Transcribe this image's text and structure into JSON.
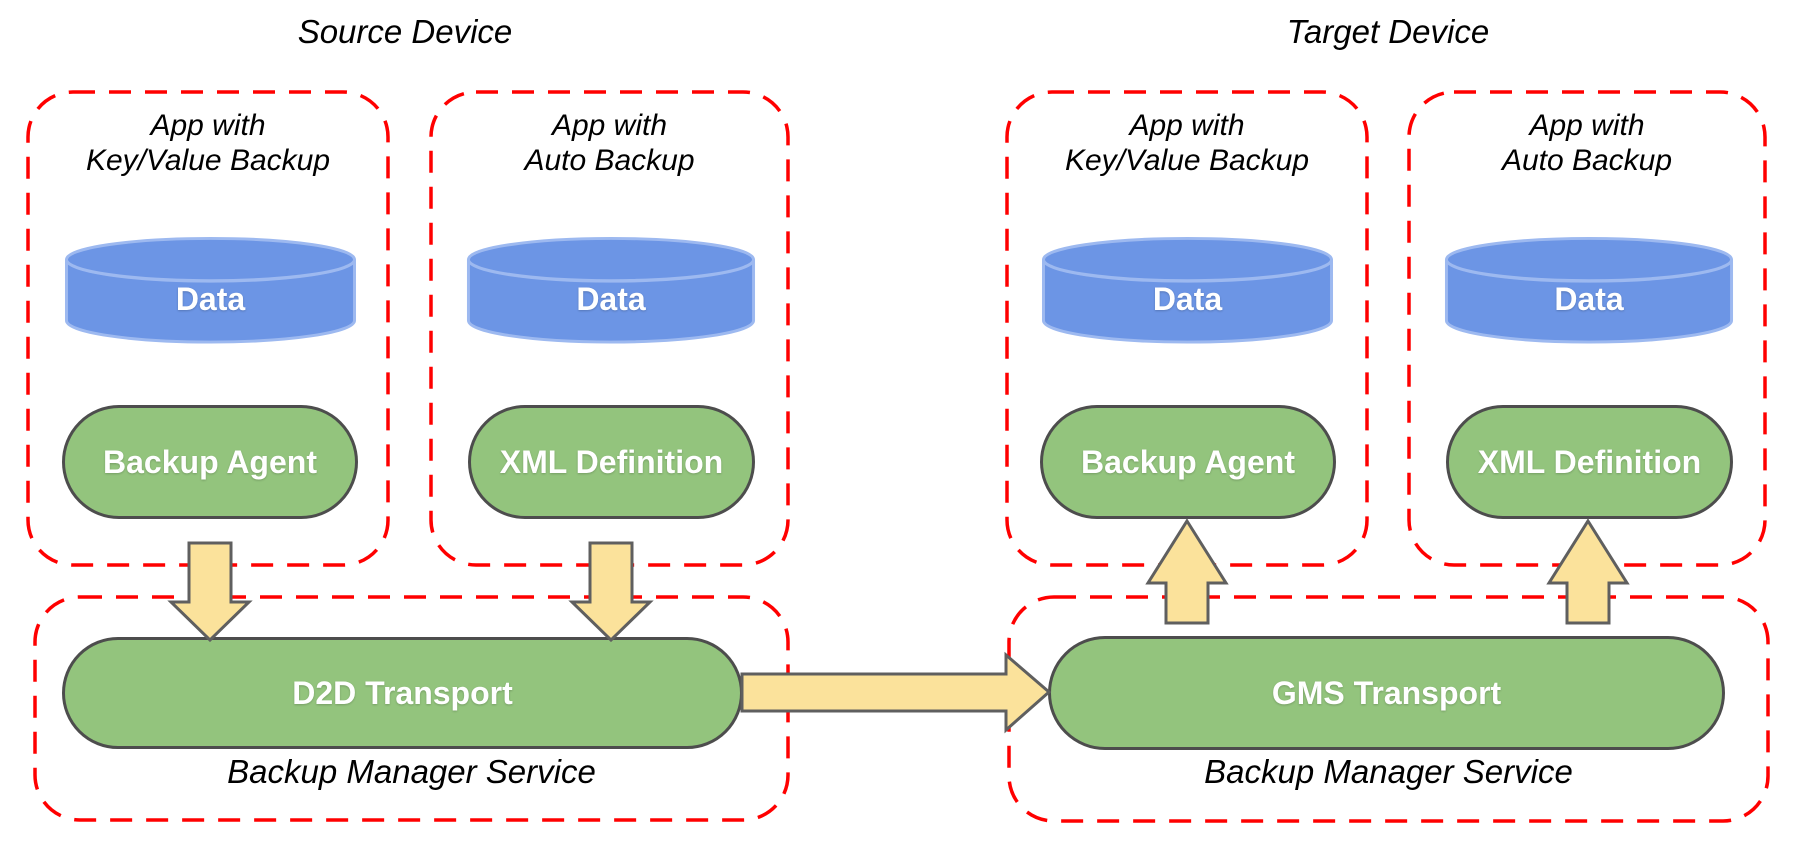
{
  "titles": {
    "source": "Source Device",
    "target": "Target Device"
  },
  "apps": [
    {
      "title_line1": "App with",
      "title_line2": "Key/Value Backup",
      "data_label": "Data",
      "component_label": "Backup Agent"
    },
    {
      "title_line1": "App with",
      "title_line2": "Auto Backup",
      "data_label": "Data",
      "component_label": "XML Definition"
    },
    {
      "title_line1": "App with",
      "title_line2": "Key/Value Backup",
      "data_label": "Data",
      "component_label": "Backup Agent"
    },
    {
      "title_line1": "App with",
      "title_line2": "Auto Backup",
      "data_label": "Data",
      "component_label": "XML Definition"
    }
  ],
  "services": [
    {
      "transport_label": "D2D Transport",
      "service_label": "Backup Manager Service"
    },
    {
      "transport_label": "GMS Transport",
      "service_label": "Backup Manager Service"
    }
  ],
  "icons": {
    "down_arrow": "arrow-down",
    "up_arrow": "arrow-up",
    "right_arrow": "arrow-right",
    "data_store": "database-cylinder"
  },
  "colors": {
    "data_cylinder_fill": "#6c95e5",
    "data_cylinder_stroke": "#9db9f0",
    "component_fill": "#93c47d",
    "component_stroke": "#4d4d4d",
    "arrow_fill": "#fbe29b",
    "arrow_stroke": "#5f5f5f",
    "boundary_dash": "#ff0000",
    "shape_label_text": "#ffffff",
    "title_text": "#000000"
  }
}
